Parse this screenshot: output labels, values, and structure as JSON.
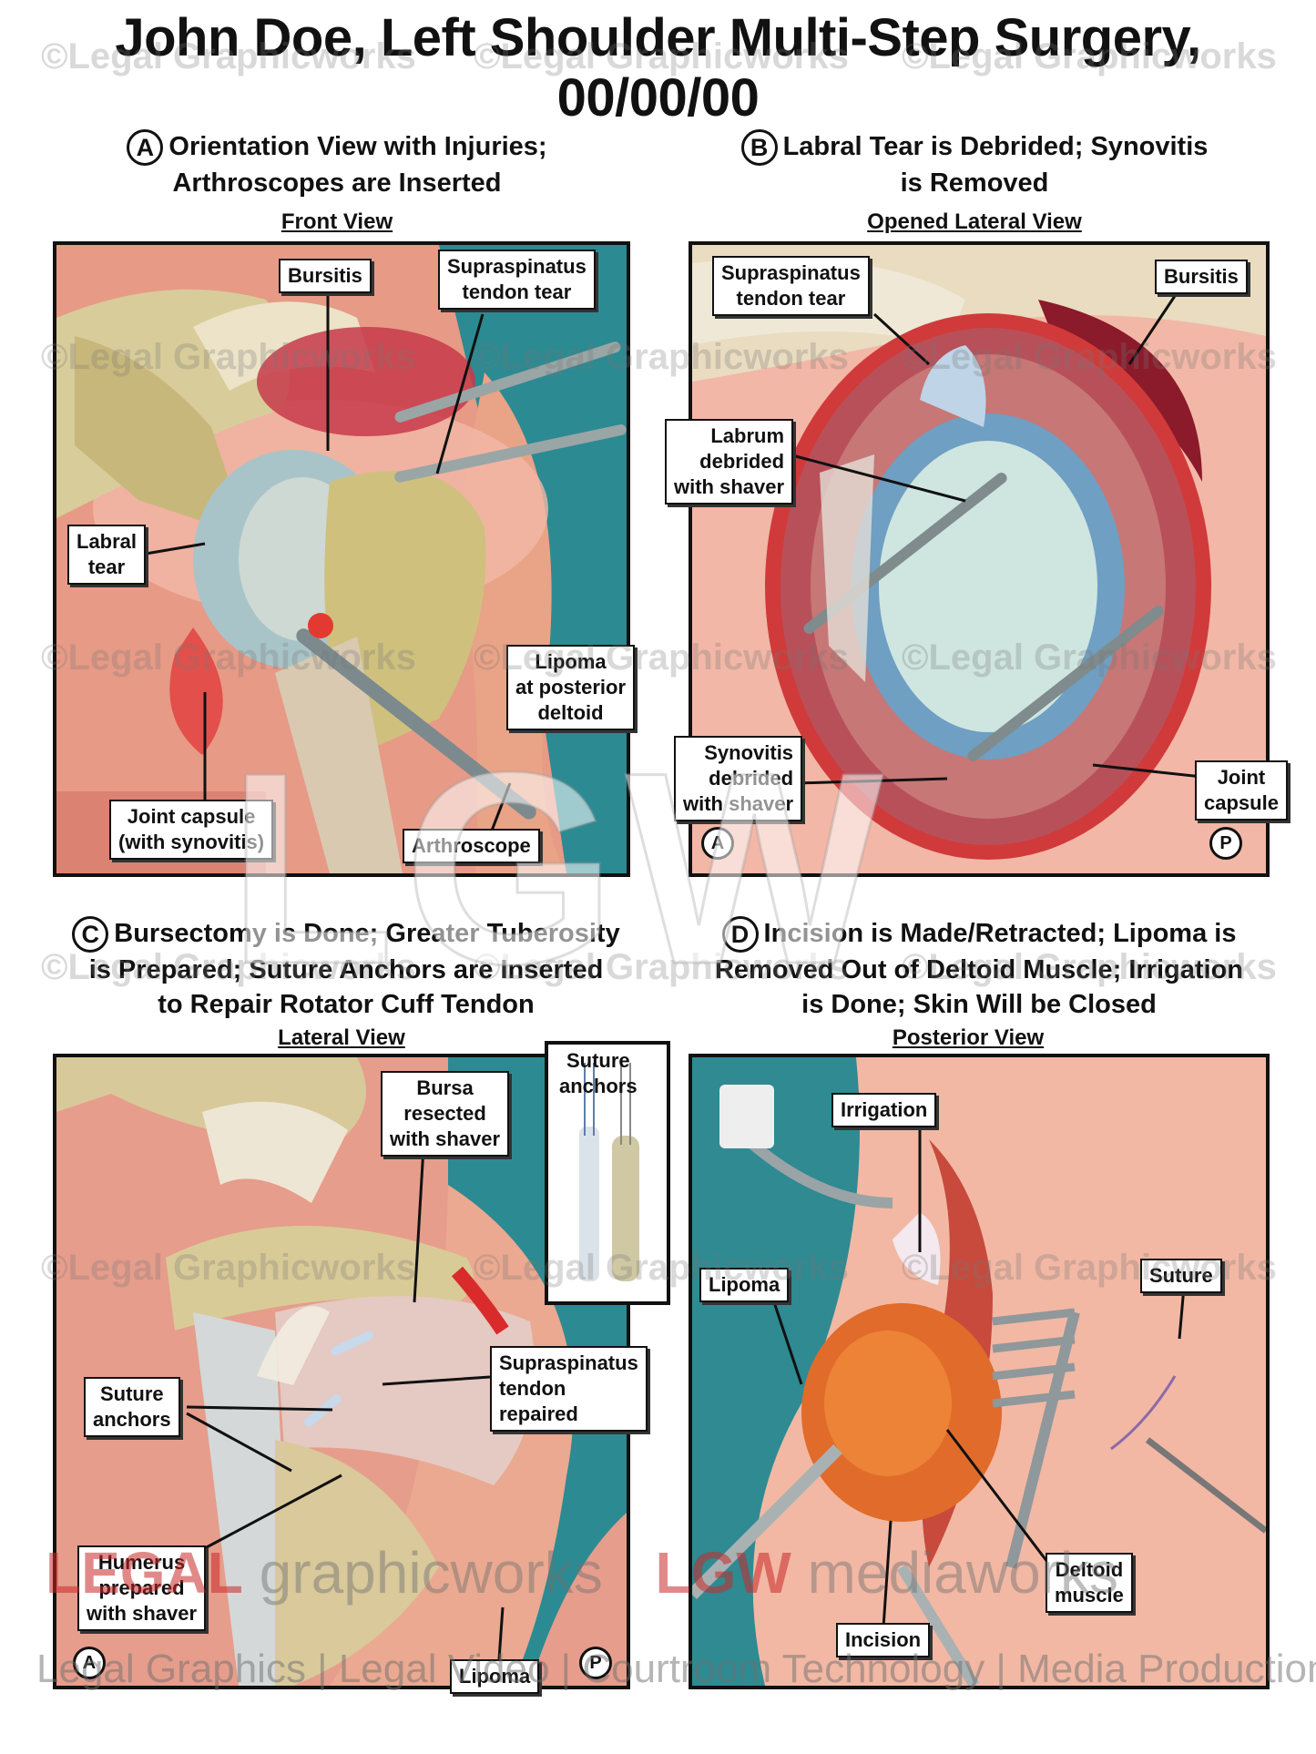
{
  "title": {
    "line1": "John Doe, Left Shoulder Multi-Step Surgery,",
    "line2": "00/00/00"
  },
  "panels": {
    "a": {
      "letter": "A",
      "caption_line1": "Orientation View with Injuries;",
      "caption_line2": "Arthroscopes are Inserted",
      "view": "Front View",
      "labels": {
        "bursitis": "Bursitis",
        "supraspinatus": "Supraspinatus\ntendon tear",
        "labral": "Labral\ntear",
        "lipoma": "Lipoma\nat posterior\ndeltoid",
        "joint_capsule": "Joint capsule\n(with synovitis)",
        "arthroscope": "Arthroscope"
      }
    },
    "b": {
      "letter": "B",
      "caption_line1": "Labral Tear is Debrided; Synovitis",
      "caption_line2": "is Removed",
      "view": "Opened Lateral View",
      "labels": {
        "supraspinatus": "Supraspinatus\ntendon tear",
        "bursitis": "Bursitis",
        "labrum": "Labrum\ndebrided\nwith shaver",
        "synovitis": "Synovitis\ndebrided\nwith shaver",
        "joint_capsule": "Joint\ncapsule"
      },
      "markers": {
        "anterior": "A",
        "posterior": "P"
      }
    },
    "c": {
      "letter": "C",
      "caption_line1": "Bursectomy is Done; Greater Tuberosity",
      "caption_line2": "is Prepared; Suture Anchors are Inserted",
      "caption_line3": "to Repair Rotator Cuff Tendon",
      "view": "Lateral View",
      "labels": {
        "bursa": "Bursa\nresected\nwith shaver",
        "suture_anchors_inset": "Suture\nanchors",
        "supraspinatus": "Supraspinatus\ntendon\nrepaired",
        "suture_anchors": "Suture\nanchors",
        "humerus": "Humerus\nprepared\nwith shaver",
        "lipoma": "Lipoma"
      },
      "markers": {
        "anterior": "A",
        "posterior": "P"
      }
    },
    "d": {
      "letter": "D",
      "caption_line1": "Incision is Made/Retracted; Lipoma is",
      "caption_line2": "Removed Out of Deltoid Muscle; Irrigation",
      "caption_line3": "is Done; Skin Will be Closed",
      "view": "Posterior View",
      "labels": {
        "irrigation": "Irrigation",
        "lipoma": "Lipoma",
        "suture": "Suture",
        "deltoid": "Deltoid\nmuscle",
        "incision": "Incision"
      }
    }
  },
  "watermark": {
    "text": "©Legal Graphicworks",
    "big": "LGW",
    "brand_left_red": "LEGAL",
    "brand_left": " graphicworks",
    "brand_right_red": "LGW",
    "brand_right": " mediaworks",
    "footer": "Legal Graphics | Legal Video | Courtroom Technology | Media Production"
  }
}
